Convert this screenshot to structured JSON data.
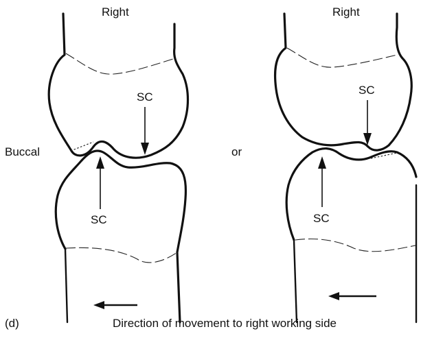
{
  "left_panel": {
    "title": "Right",
    "side_label": "Buccal",
    "upper_contact_label": "SC",
    "lower_contact_label": "SC"
  },
  "right_panel": {
    "title": "Right",
    "upper_contact_label": "SC",
    "lower_contact_label": "SC"
  },
  "connector": "or",
  "panel_letter": "(d)",
  "caption": "Direction of movement to right working side"
}
